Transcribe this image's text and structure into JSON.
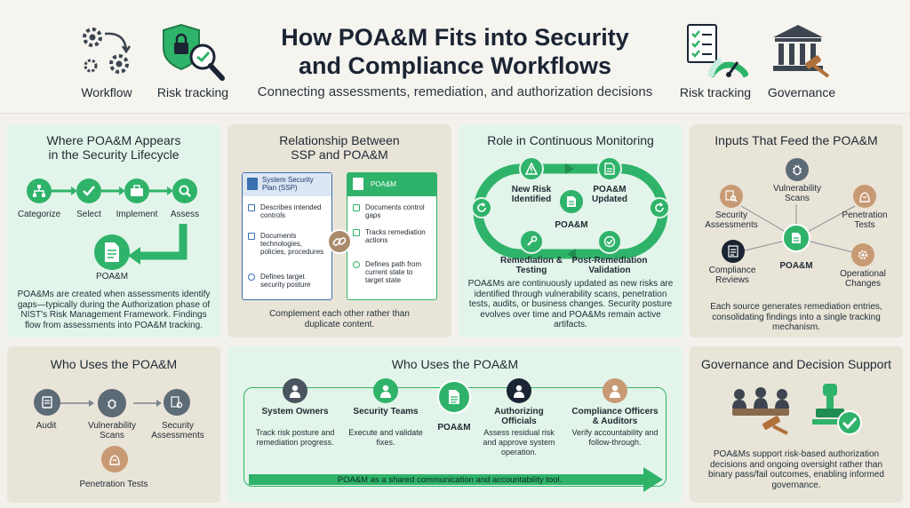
{
  "header": {
    "title_line1": "How POA&M Fits into Security",
    "title_line2": "and Compliance Workflows",
    "subtitle": "Connecting assessments, remediation, and authorization decisions",
    "icons": [
      {
        "label": "Workflow",
        "icon": "gears-cycle-icon"
      },
      {
        "label": "Risk tracking",
        "icon": "shield-magnifier-icon"
      },
      {
        "label": "Risk tracking",
        "icon": "checklist-gauge-icon"
      },
      {
        "label": "Governance",
        "icon": "courthouse-gavel-icon"
      }
    ]
  },
  "lifecycle": {
    "title_line1": "Where POA&M Appears",
    "title_line2": "in the Security Lifecycle",
    "steps": [
      "Categorize",
      "Select",
      "Implement",
      "Assess"
    ],
    "poam_label": "POA&M",
    "description": "POA&Ms are created when assessments identify gaps—typically during the Authorization phase of NIST's Risk Management Framework. Findings flow from assessments into POA&M tracking."
  },
  "relationship": {
    "title_line1": "Relationship Between",
    "title_line2": "SSP and POA&M",
    "ssp_header": "System Security Plan (SSP)",
    "ssp_items": [
      "Describes intended controls",
      "Documents technologies, policies, procedures",
      "Defines target security posture"
    ],
    "poam_header": "POA&M",
    "poam_items": [
      "Documents control gaps",
      "Tracks remediation actions",
      "Defines path from current state to target state"
    ],
    "caption": "Complement each other rather than duplicate content."
  },
  "monitoring": {
    "title": "Role in Continuous Monitoring",
    "nodes": {
      "new_risk": "New Risk Identified",
      "updated": "POA&M Updated",
      "center": "POA&M",
      "remediation": "Remediation & Testing",
      "validation": "Post-Remediation Validation"
    },
    "description": "POA&Ms are continuously updated as new risks are identified through vulnerability scans, penetration tests, audits, or business changes. Security posture evolves over time and POA&Ms remain active artifacts."
  },
  "inputs": {
    "title": "Inputs That Feed the POA&M",
    "center": "POA&M",
    "sources": [
      "Vulnerability Scans",
      "Security Assessments",
      "Penetration Tests",
      "Compliance Reviews",
      "Operational Changes"
    ],
    "description": "Each source generates remediation entries, consolidating findings into a single tracking mechanism."
  },
  "who_small": {
    "title": "Who Uses the POA&M",
    "items": [
      "Audit",
      "Vulnerability Scans",
      "Security Assessments",
      "Penetration Tests"
    ]
  },
  "who_large": {
    "title": "Who Uses the POA&M",
    "roles": [
      {
        "name": "System Owners",
        "desc": "Track risk posture and remediation progress."
      },
      {
        "name": "Security Teams",
        "desc": "Execute and validate fixes."
      },
      {
        "name": "POA&M",
        "desc": ""
      },
      {
        "name": "Authorizing Officials",
        "desc": "Assess residual risk and approve system operation."
      },
      {
        "name": "Compliance Officers & Auditors",
        "desc": "Verify accountability and follow-through."
      }
    ],
    "banner": "POA&M as a shared communication and accountability tool."
  },
  "governance": {
    "title": "Governance and Decision Support",
    "description": "POA&Ms support risk-based authorization decisions and ongoing oversight rather than binary pass/fail outcomes, enabling informed governance."
  },
  "colors": {
    "green": "#2fb36a",
    "dark": "#1b2433",
    "gray": "#5d6b77",
    "tan": "#c89a74"
  }
}
